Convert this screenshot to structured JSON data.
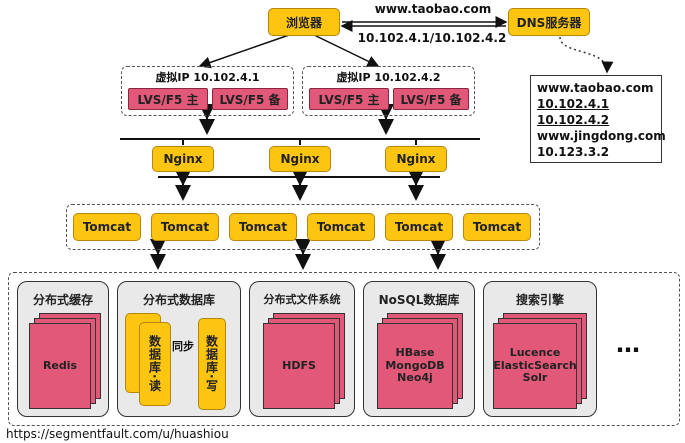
{
  "browser": "浏览器",
  "dns_server": "DNS服务器",
  "domain_label": "www.taobao.com",
  "ip_label": "10.102.4.1/10.102.4.2",
  "dns_records": [
    "www.taobao.com",
    "10.102.4.1",
    "10.102.4.2",
    "www.jingdong.com",
    "10.123.3.2"
  ],
  "vip1": {
    "title": "虚拟IP 10.102.4.1",
    "master": "LVS/F5 主",
    "backup": "LVS/F5 备"
  },
  "vip2": {
    "title": "虚拟IP 10.102.4.2",
    "master": "LVS/F5 主",
    "backup": "LVS/F5 备"
  },
  "nginx": [
    "Nginx",
    "Nginx",
    "Nginx"
  ],
  "tomcat": [
    "Tomcat",
    "Tomcat",
    "Tomcat",
    "Tomcat",
    "Tomcat",
    "Tomcat"
  ],
  "groups": {
    "cache": {
      "title": "分布式缓存",
      "content": "Redis"
    },
    "db": {
      "title": "分布式数据库",
      "read": "数据库·读",
      "write": "数据库·写",
      "sync": "同步"
    },
    "fs": {
      "title": "分布式文件系统",
      "content": "HDFS"
    },
    "nosql": {
      "title": "NoSQL数据库",
      "content": "HBase MongoDB Neo4j"
    },
    "search": {
      "title": "搜索引擎",
      "content": "Lucence ElasticSearch Solr"
    }
  },
  "ellipsis": "…",
  "footer_url": "https://segmentfault.com/u/huashiou"
}
